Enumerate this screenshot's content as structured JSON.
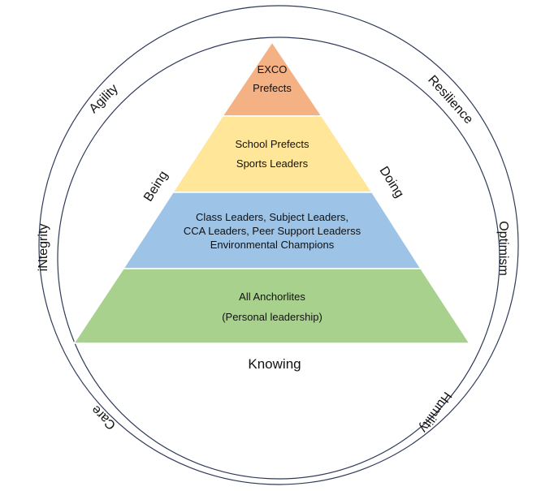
{
  "pyramid": {
    "top": {
      "lines": [
        "EXCO",
        "Prefects"
      ],
      "color": "#f4b183"
    },
    "upper_middle": {
      "lines": [
        "School Prefects",
        "Sports Leaders"
      ],
      "color": "#ffe699"
    },
    "lower_middle": {
      "lines": [
        "Class Leaders, Subject Leaders,",
        "CCA Leaders,  Peer Support Leaderss",
        "Environmental Champions"
      ],
      "color": "#9dc3e6"
    },
    "base": {
      "lines": [
        "All Anchorlites",
        "(Personal leadership)"
      ],
      "color": "#a9d18e"
    }
  },
  "sides": {
    "left": "Being",
    "right": "Doing",
    "bottom": "Knowing"
  },
  "values": {
    "agility": "Agility",
    "resilience": "Resilience",
    "integrity": "iNtegrity",
    "optimism": "Optimism",
    "care": "Care",
    "humility": "Humility"
  },
  "colors": {
    "circle_stroke": "#2f3b59",
    "tier_stroke": "#ffffff"
  }
}
